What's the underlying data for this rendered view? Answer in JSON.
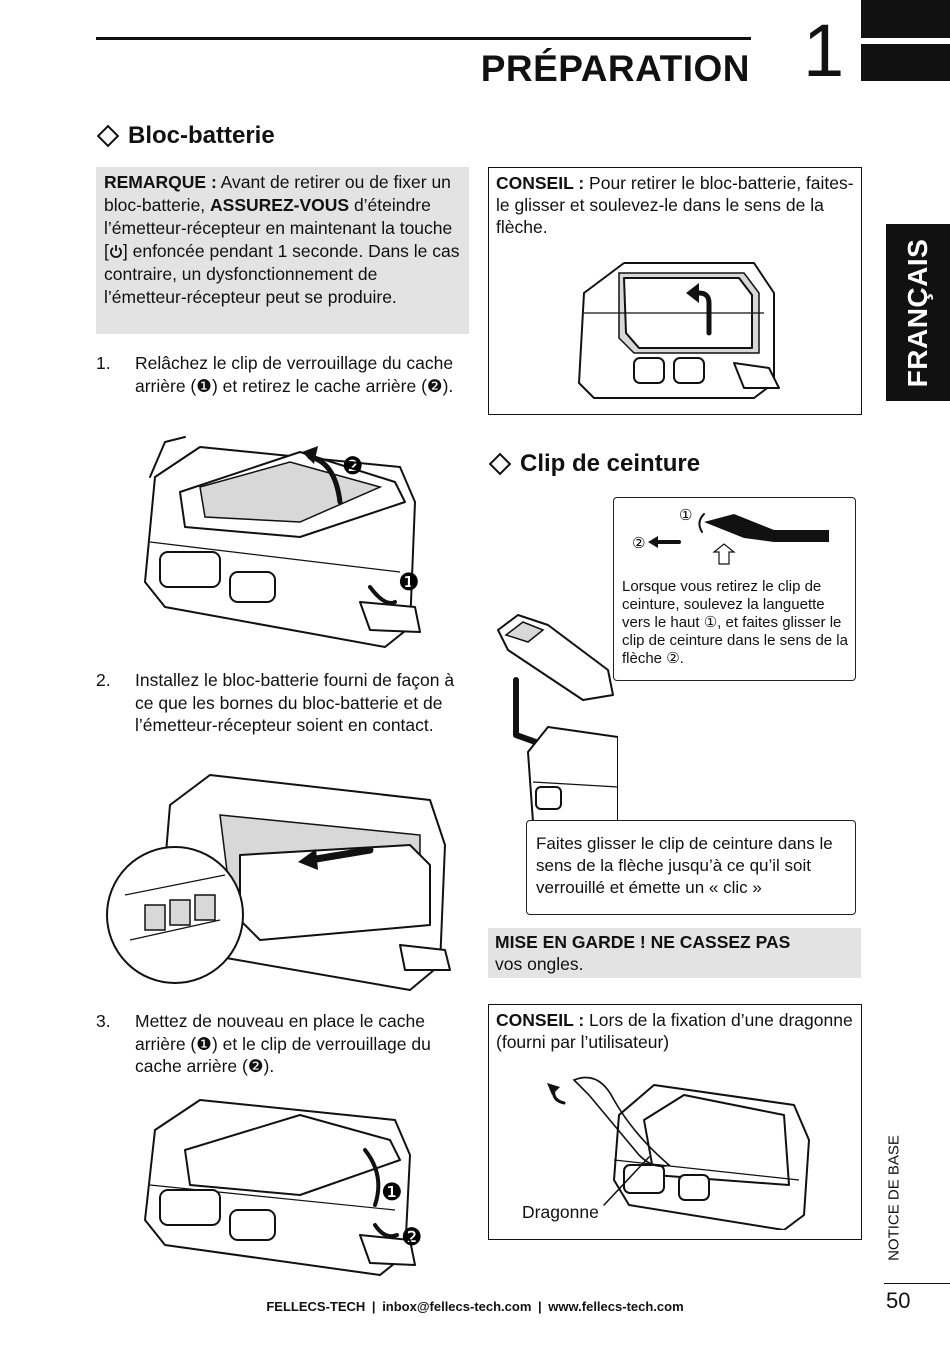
{
  "header": {
    "chapter_title": "PRÉPARATION",
    "chapter_number": "1",
    "language_tab": "FRANÇAIS"
  },
  "battery_section": {
    "heading": "Bloc-batterie",
    "remark": {
      "label": "REMARQUE :",
      "text_1": " Avant de retirer ou de fixer un bloc-batterie, ",
      "emphasis": "ASSUREZ-VOUS",
      "text_2": " d’éteindre l’émetteur-récepteur en maintenant la touche [",
      "text_3": "] enfoncée pendant 1 seconde. Dans le cas contraire, un dysfonctionnement de l’émetteur-récepteur peut se produire."
    },
    "tip": {
      "label": "CONSEIL :",
      "text": " Pour retirer le bloc-batterie, faites-le glisser et soulevez-le dans le sens de la flèche."
    },
    "steps": [
      {
        "num": "1.",
        "text_a": "Relâchez le clip de verrouillage du cache arrière (",
        "mark_a": "❶",
        "text_b": ") et retirez le cache arrière (",
        "mark_b": "❷",
        "text_c": ")."
      },
      {
        "num": "2.",
        "text": "Installez le bloc-batterie fourni de façon à ce que les bornes du bloc-batterie et de l’émetteur-récepteur soient en contact."
      },
      {
        "num": "3.",
        "text_a": "Mettez de nouveau en place le cache arrière (",
        "mark_a": "❶",
        "text_b": ") et le clip de verrouillage du cache arrière (",
        "mark_b": "❷",
        "text_c": ")."
      }
    ],
    "figure_marks": [
      "❶",
      "❷"
    ]
  },
  "belt_clip_section": {
    "heading": "Clip de ceinture",
    "callout_remove": "Lorsque vous retirez le clip de ceinture, soulevez la languette vers le haut ①, et faites glisser le clip de ceinture dans le sens de la flèche ②.",
    "callout_attach": "Faites glisser le clip de ceinture dans le sens de la flèche jusqu’à ce qu’il soit verrouillé et émette un « clic »",
    "marks": [
      "①",
      "②"
    ],
    "caution": {
      "label": "MISE EN GARDE ! NE CASSEZ PAS",
      "text": "vos ongles."
    },
    "tip": {
      "label": "CONSEIL :",
      "text": " Lors de la fixation d’une dragonne (fourni par l’utilisateur)"
    },
    "strap_label": "Dragonne"
  },
  "sidebar": {
    "vertical_label": "NOTICE DE BASE",
    "page_number": "50"
  },
  "footer": {
    "company": "FELLECS-TECH",
    "separator": "|",
    "email": "inbox@fellecs-tech.com",
    "website": "www.fellecs-tech.com"
  },
  "icons": {
    "power": "power-icon",
    "heading_marker": "diamond-outline-icon"
  }
}
